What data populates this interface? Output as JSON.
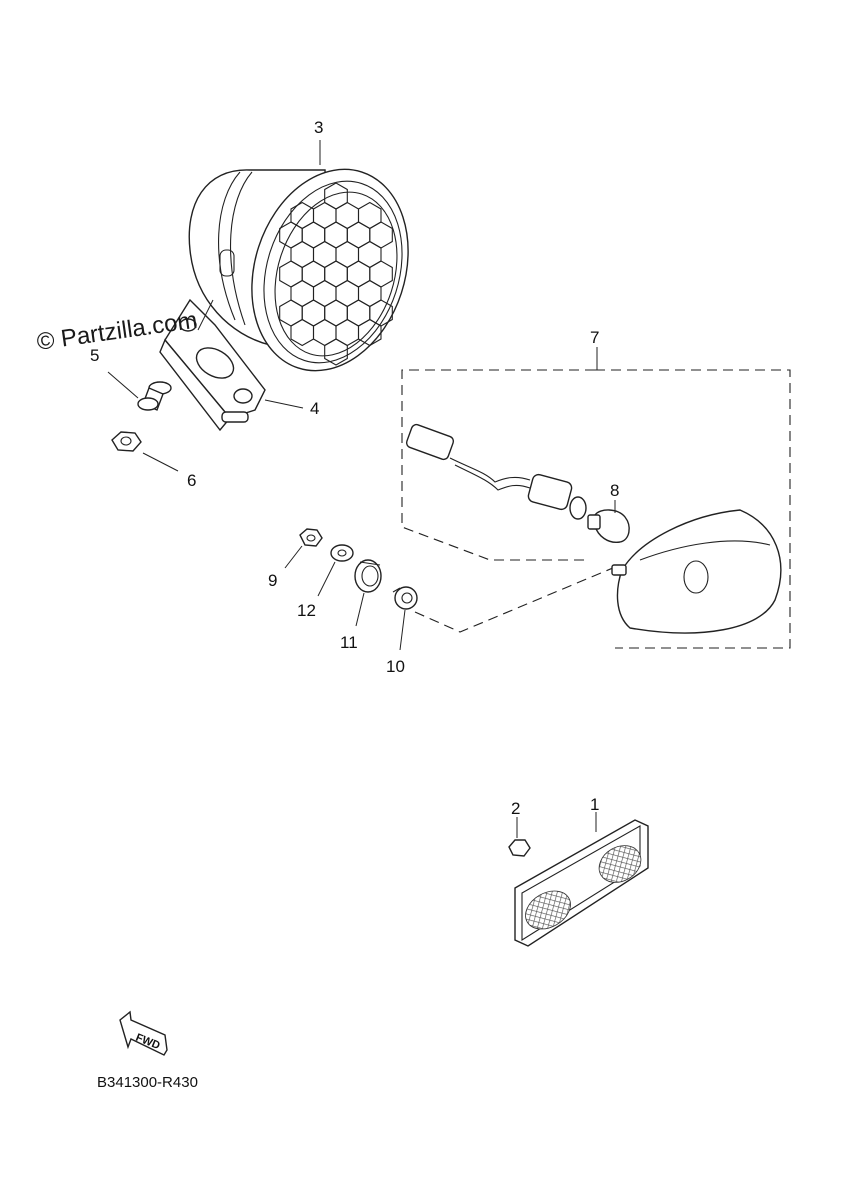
{
  "watermark": "© Partzilla.com",
  "drawing_code": "B341300-R430",
  "fwd_label": "FWD",
  "callouts": {
    "p1": "1",
    "p2": "2",
    "p3": "3",
    "p4": "4",
    "p5": "5",
    "p6": "6",
    "p7": "7",
    "p8": "8",
    "p9": "9",
    "p10": "10",
    "p11": "11",
    "p12": "12"
  }
}
